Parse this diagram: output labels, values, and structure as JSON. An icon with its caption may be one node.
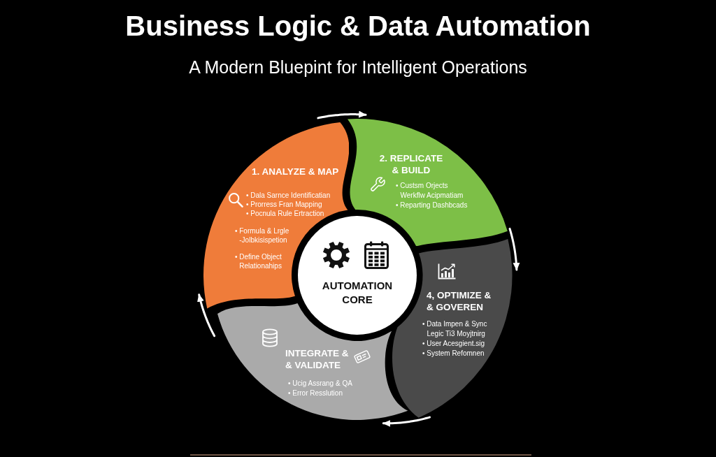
{
  "diagram": {
    "title": "Business Logic & Data Automation",
    "nodes": [
      {
        "text": [
          "1. ANALYZE & MAP",
          "• Dala Sarnce Identificatian",
          "• Prorress Fran Mapping",
          "• Pocnula Rule Ertraction",
          "• Formula & Lrgle -Jolbkisispetion",
          "• Define Object Relationahips"
        ]
      },
      {
        "text": [
          "2. REPLICATE & BUILD",
          "• Custsm Orjects",
          "Werkflw Acipmatiam",
          "• Reparting Dashbcads"
        ]
      },
      {
        "text": [
          "4, OPTIMIZE & & GOVEREN",
          "• Data Impen & Sync",
          "Legic Ti3 Moyjtnirg",
          "• User Acesgient.sig",
          "• System Refomnen"
        ]
      },
      {
        "text": [
          "INTEGRATE & & VALIDATE",
          "• Ucig Assrang & QA",
          "• Error Resslution"
        ]
      },
      {
        "text": [
          "AUTOMATION CORE"
        ]
      }
    ],
    "edges": [
      {
        "from": 0,
        "to": 1,
        "arrow": "to"
      },
      {
        "from": 1,
        "to": 2,
        "arrow": "to"
      },
      {
        "from": 2,
        "to": 3,
        "arrow": "to"
      },
      {
        "from": 3,
        "to": 0,
        "arrow": "to"
      }
    ],
    "labels": [
      "A Modern Bluepint for Intelligent Operations"
    ]
  }
}
